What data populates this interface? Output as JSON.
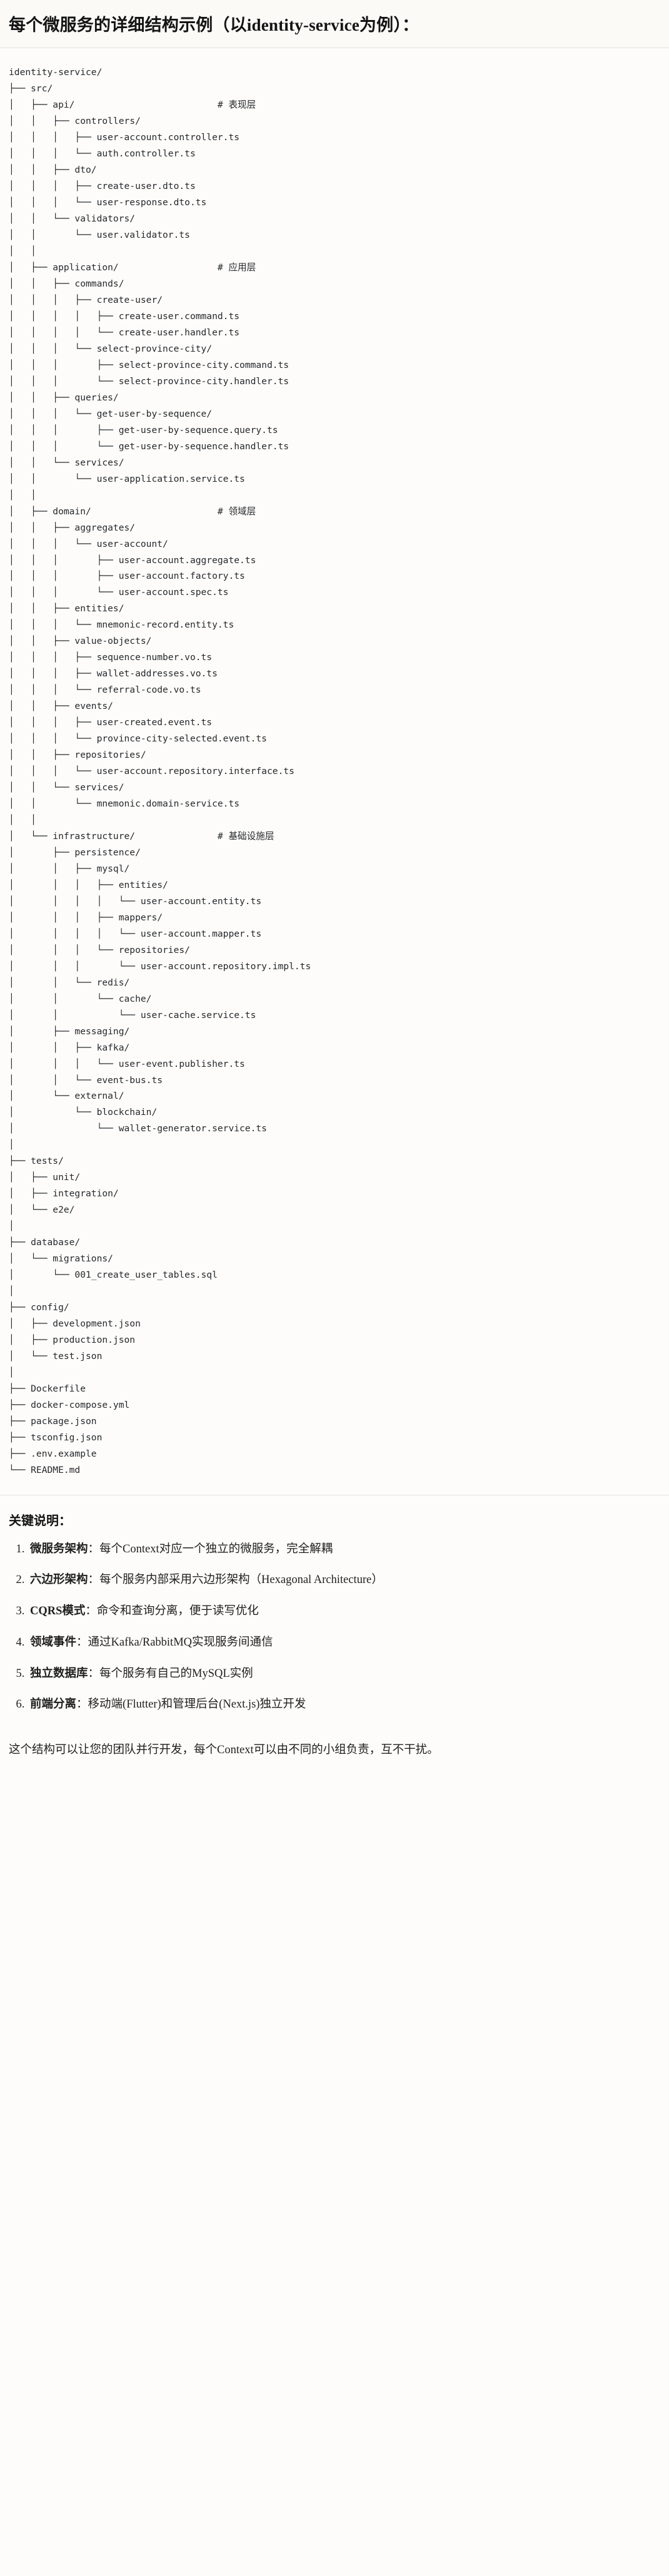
{
  "header": {
    "title": "每个微服务的详细结构示例（以identity-service为例）："
  },
  "tree": {
    "text": "identity-service/\n├── src/\n│   ├── api/                          # 表现层\n│   │   ├── controllers/\n│   │   │   ├── user-account.controller.ts\n│   │   │   └── auth.controller.ts\n│   │   ├── dto/\n│   │   │   ├── create-user.dto.ts\n│   │   │   └── user-response.dto.ts\n│   │   └── validators/\n│   │       └── user.validator.ts\n│   │\n│   ├── application/                  # 应用层\n│   │   ├── commands/\n│   │   │   ├── create-user/\n│   │   │   │   ├── create-user.command.ts\n│   │   │   │   └── create-user.handler.ts\n│   │   │   └── select-province-city/\n│   │   │       ├── select-province-city.command.ts\n│   │   │       └── select-province-city.handler.ts\n│   │   ├── queries/\n│   │   │   └── get-user-by-sequence/\n│   │   │       ├── get-user-by-sequence.query.ts\n│   │   │       └── get-user-by-sequence.handler.ts\n│   │   └── services/\n│   │       └── user-application.service.ts\n│   │\n│   ├── domain/                       # 领域层\n│   │   ├── aggregates/\n│   │   │   └── user-account/\n│   │   │       ├── user-account.aggregate.ts\n│   │   │       ├── user-account.factory.ts\n│   │   │       └── user-account.spec.ts\n│   │   ├── entities/\n│   │   │   └── mnemonic-record.entity.ts\n│   │   ├── value-objects/\n│   │   │   ├── sequence-number.vo.ts\n│   │   │   ├── wallet-addresses.vo.ts\n│   │   │   └── referral-code.vo.ts\n│   │   ├── events/\n│   │   │   ├── user-created.event.ts\n│   │   │   └── province-city-selected.event.ts\n│   │   ├── repositories/\n│   │   │   └── user-account.repository.interface.ts\n│   │   └── services/\n│   │       └── mnemonic.domain-service.ts\n│   │\n│   └── infrastructure/               # 基础设施层\n│       ├── persistence/\n│       │   ├── mysql/\n│       │   │   ├── entities/\n│       │   │   │   └── user-account.entity.ts\n│       │   │   ├── mappers/\n│       │   │   │   └── user-account.mapper.ts\n│       │   │   └── repositories/\n│       │   │       └── user-account.repository.impl.ts\n│       │   └── redis/\n│       │       └── cache/\n│       │           └── user-cache.service.ts\n│       ├── messaging/\n│       │   ├── kafka/\n│       │   │   └── user-event.publisher.ts\n│       │   └── event-bus.ts\n│       └── external/\n│           └── blockchain/\n│               └── wallet-generator.service.ts\n│\n├── tests/\n│   ├── unit/\n│   ├── integration/\n│   └── e2e/\n│\n├── database/\n│   └── migrations/\n│       └── 001_create_user_tables.sql\n│\n├── config/\n│   ├── development.json\n│   ├── production.json\n│   └── test.json\n│\n├── Dockerfile\n├── docker-compose.yml\n├── package.json\n├── tsconfig.json\n├── .env.example\n└── README.md"
  },
  "notes": {
    "title": "关键说明：",
    "items": [
      {
        "term": "微服务架构",
        "sep": "：",
        "desc": "每个Context对应一个独立的微服务，完全解耦"
      },
      {
        "term": "六边形架构",
        "sep": "：",
        "desc": "每个服务内部采用六边形架构（Hexagonal Architecture）"
      },
      {
        "term": "CQRS模式",
        "sep": "：",
        "desc": "命令和查询分离，便于读写优化"
      },
      {
        "term": "领域事件",
        "sep": "：",
        "desc": "通过Kafka/RabbitMQ实现服务间通信"
      },
      {
        "term": "独立数据库",
        "sep": "：",
        "desc": "每个服务有自己的MySQL实例"
      },
      {
        "term": "前端分离",
        "sep": "：",
        "desc": "移动端(Flutter)和管理后台(Next.js)独立开发"
      }
    ]
  },
  "closing": {
    "text": "这个结构可以让您的团队并行开发，每个Context可以由不同的小组负责，互不干扰。"
  }
}
